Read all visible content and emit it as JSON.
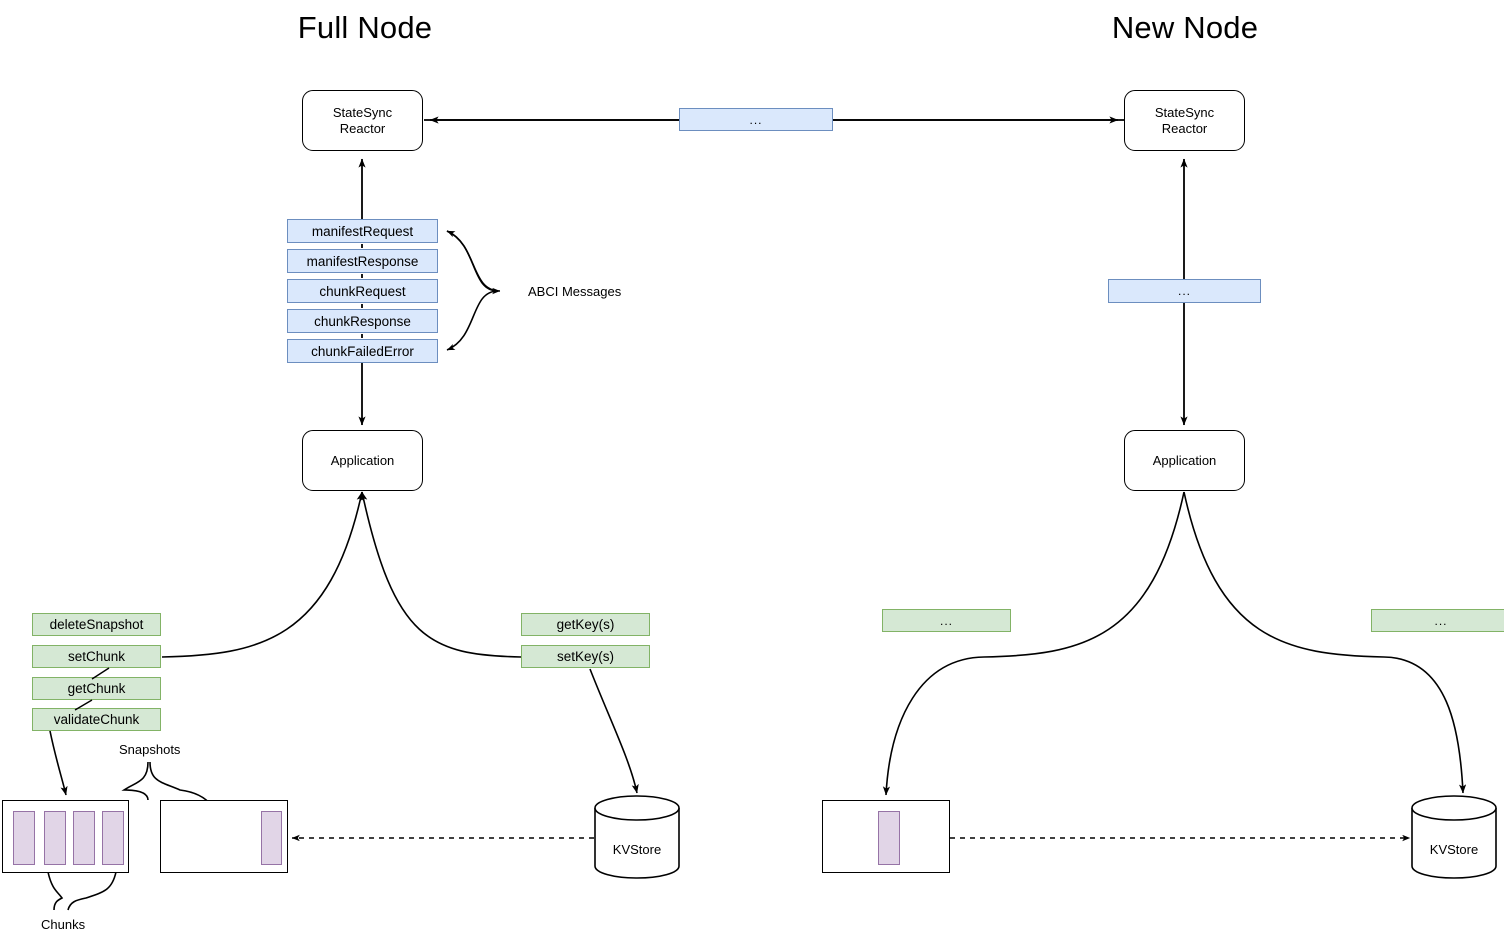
{
  "diagram": {
    "title_left": "Full Node",
    "title_right": "New Node",
    "brace_label": "ABCI Messages",
    "snapshots_label": "Snapshots",
    "chunks_label": "Chunks",
    "ellipsis": "...",
    "colors": {
      "message_fill": "#dae8fc",
      "message_stroke": "#6c8ebf",
      "api_fill": "#d5e8d4",
      "api_stroke": "#82b366",
      "chunk_fill": "#e1d5e7",
      "chunk_stroke": "#9673a6",
      "line": "#000000",
      "background": "#ffffff"
    }
  },
  "full_node": {
    "reactor": "StateSync\nReactor",
    "reactor_line1": "StateSync",
    "reactor_line2": "Reactor",
    "application": "Application",
    "kvstore": "KVStore",
    "abci_messages": [
      "manifestRequest",
      "manifestResponse",
      "chunkRequest",
      "chunkResponse",
      "chunkFailedError"
    ],
    "snapshot_api": [
      "deleteSnapshot",
      "setChunk",
      "getChunk",
      "validateChunk"
    ],
    "kv_api": [
      "getKey(s)",
      "setKey(s)"
    ],
    "chunks_count": 4,
    "snapshot_chunks_count": 1
  },
  "new_node": {
    "reactor_line1": "StateSync",
    "reactor_line2": "Reactor",
    "application": "Application",
    "kvstore": "KVStore",
    "abci_messages": [
      "..."
    ],
    "snapshot_api": [
      "..."
    ],
    "kv_api": [
      "..."
    ],
    "snapshot_chunks_count": 1
  },
  "network": {
    "channel_label": "..."
  }
}
